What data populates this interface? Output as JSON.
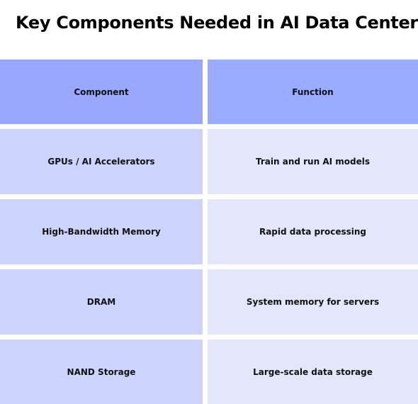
{
  "title": "Key Components Needed in AI Data Centers",
  "table": {
    "headers": {
      "component": "Component",
      "function": "Function"
    },
    "rows": [
      {
        "component": "GPUs / AI Accelerators",
        "function": "Train and run AI models"
      },
      {
        "component": "High-Bandwidth Memory",
        "function": "Rapid data processing"
      },
      {
        "component": "DRAM",
        "function": "System memory for servers"
      },
      {
        "component": "NAND Storage",
        "function": "Large-scale data storage"
      }
    ]
  },
  "colors": {
    "header_fill": "#9aa7fe",
    "component_fill": "#cdd4fe",
    "function_fill": "#e4e6fc"
  }
}
